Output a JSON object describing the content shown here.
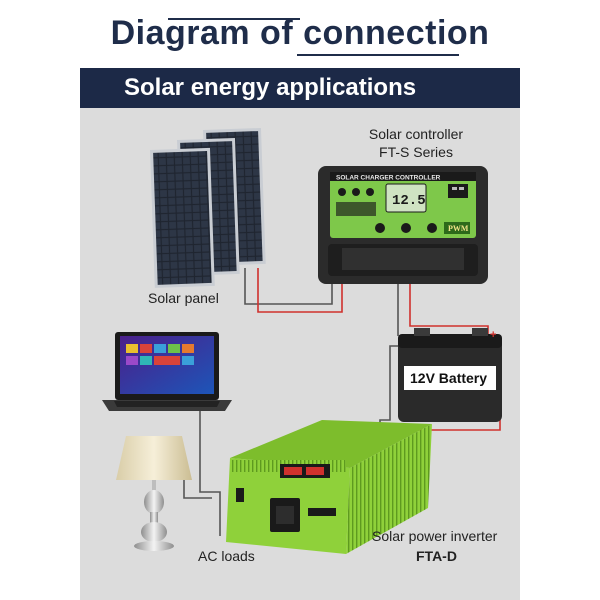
{
  "header": {
    "title": "Diagram of connection",
    "banner": "Solar energy applications"
  },
  "labels": {
    "controller_line1": "Solar controller",
    "controller_line2": "FT-S Series",
    "panel": "Solar panel",
    "battery": "12V Battery",
    "ac_loads": "AC loads",
    "inverter_line1": "Solar power inverter",
    "inverter_line2": "FTA-D"
  },
  "controller": {
    "top_text": "SOLAR CHARGER CONTROLLER",
    "lcd_text": "12.5",
    "pwm_text": "PWM"
  },
  "colors": {
    "navy": "#1c2947",
    "title": "#1f2d4a",
    "wire_red": "#d0312d",
    "wire_gray": "#555555",
    "inverter_green": "#8fd13a",
    "controller_green": "#7ec84a",
    "background": "#dcdcdc"
  }
}
